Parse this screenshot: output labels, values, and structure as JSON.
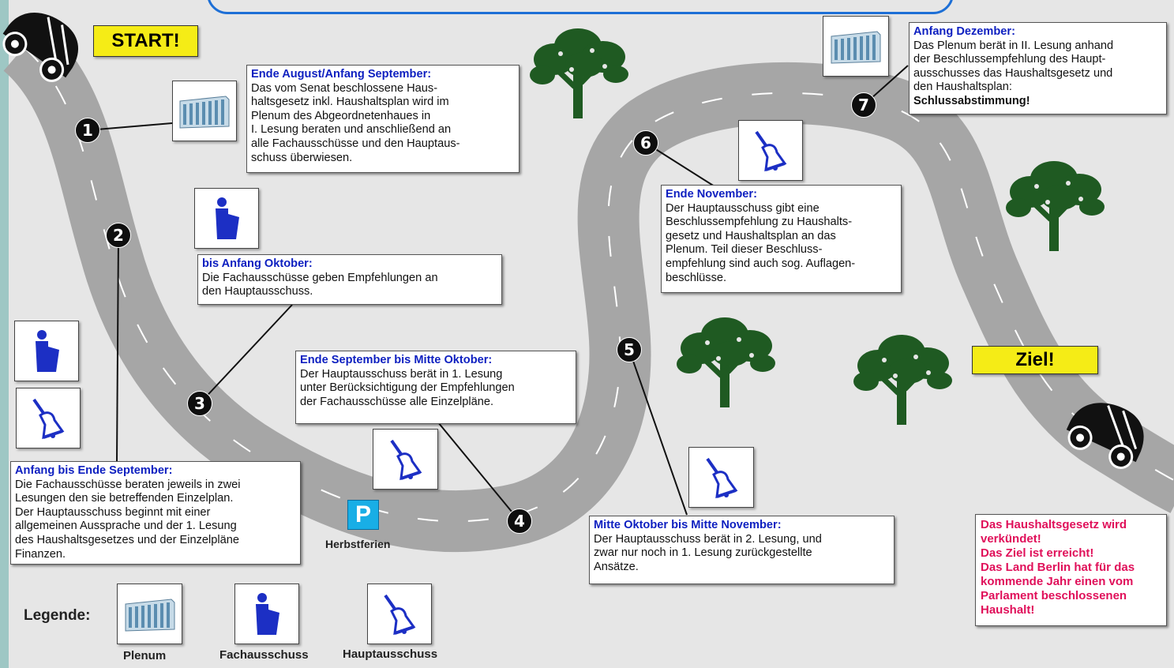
{
  "start_label": "START!",
  "goal_label": "Ziel!",
  "steps": [
    {
      "num": "1",
      "title": "Ende August/Anfang September:",
      "lines": [
        "Das vom Senat beschlossene Haus-",
        "haltsgesetz inkl. Haushaltsplan wird im",
        "Plenum des Abgeordnetenhaues in",
        "I. Lesung beraten und anschließend an",
        "alle Fachausschüsse und den Hauptaus-",
        "schuss überwiesen."
      ]
    },
    {
      "num": "2",
      "title": "Anfang bis Ende September:",
      "lines": [
        "Die Fachausschüsse beraten jeweils in zwei",
        "Lesungen den sie betreffenden Einzelplan.",
        "Der Hauptausschuss beginnt mit einer",
        "allgemeinen Aussprache und der 1. Lesung",
        "des Haushaltsgesetzes und der Einzelpläne",
        "Finanzen."
      ]
    },
    {
      "num": "3",
      "title": "bis Anfang Oktober:",
      "lines": [
        "Die Fachausschüsse geben Empfehlungen an",
        "den Hauptausschuss."
      ]
    },
    {
      "num": "4",
      "title": "Ende September bis Mitte Oktober:",
      "lines": [
        "Der Hauptausschuss berät in 1. Lesung",
        "unter Berücksichtigung der Empfehlungen",
        "der Fachausschüsse alle Einzelpläne."
      ]
    },
    {
      "num": "5",
      "title": "Mitte Oktober bis Mitte November:",
      "lines": [
        "Der Hauptausschuss berät in 2. Lesung, und",
        "zwar nur noch in 1. Lesung zurückgestellte",
        "Ansätze."
      ]
    },
    {
      "num": "6",
      "title": "Ende November:",
      "lines": [
        "Der Hauptausschuss gibt eine",
        "Beschlussempfehlung zu Haushalts-",
        "gesetz und Haushaltsplan an das",
        "Plenum. Teil dieser Beschluss-",
        "empfehlung sind auch sog. Auflagen-",
        "beschlüsse."
      ]
    },
    {
      "num": "7",
      "title": "Anfang Dezember:",
      "lines": [
        "Das Plenum berät in II. Lesung anhand",
        "der Beschlussempfehlung des Haupt-",
        "ausschusses das Haushaltsgesetz und",
        "den Haushaltsplan:"
      ],
      "bold_line": "Schlussabstimmung!"
    }
  ],
  "parking": {
    "symbol": "P",
    "label": "Herbstferien"
  },
  "final_message": [
    "Das Haushaltsgesetz wird",
    "verkündet!",
    "Das Ziel ist erreicht!",
    "Das Land Berlin hat für das",
    "kommende Jahr einen vom",
    "Parlament beschlossenen",
    "Haushalt!"
  ],
  "legend": {
    "title": "Legende:",
    "items": [
      {
        "label": "Plenum",
        "icon": "building-icon"
      },
      {
        "label": "Fachausschuss",
        "icon": "speaker-icon"
      },
      {
        "label": "Hauptausschuss",
        "icon": "bell-icon"
      }
    ]
  },
  "colors": {
    "title_blue": "#0d1fc0",
    "final_red": "#e0105a",
    "sign_yellow": "#f5ec16",
    "road": "#a9a9a9",
    "tree": "#1f5a22"
  }
}
